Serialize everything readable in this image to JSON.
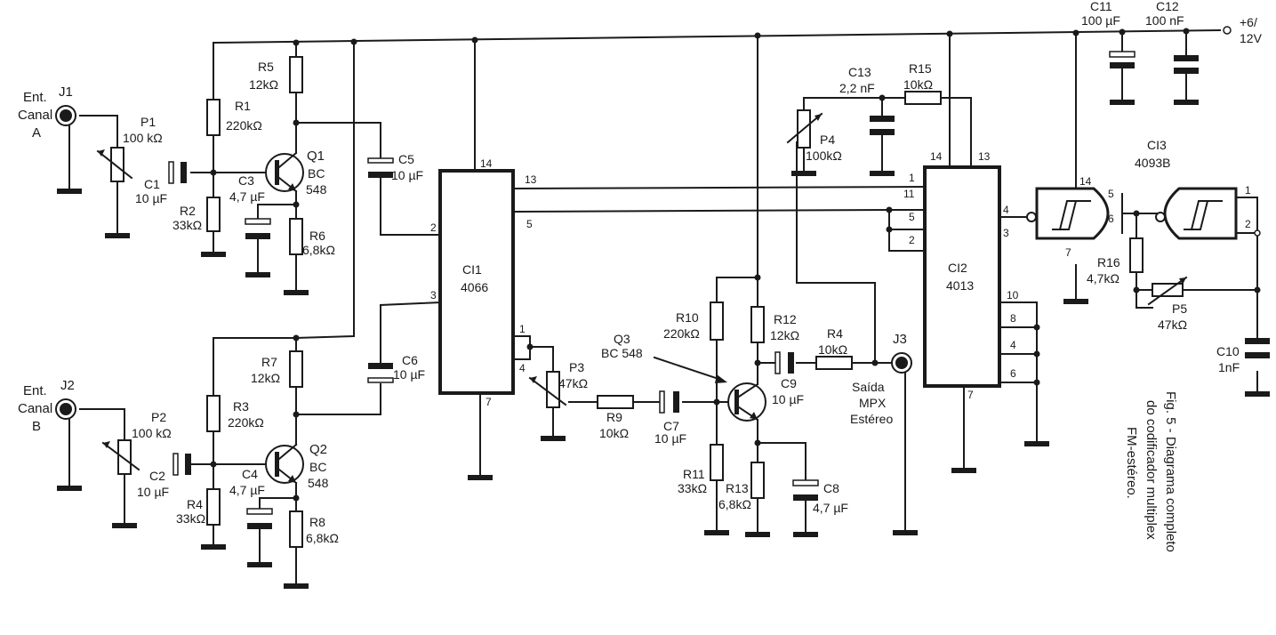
{
  "inputs": {
    "ch_a": {
      "l1": "Ent.",
      "l2": "Canal",
      "l3": "A",
      "jack": "J1"
    },
    "ch_b": {
      "l1": "Ent.",
      "l2": "Canal",
      "l3": "B",
      "jack": "J2"
    }
  },
  "output": {
    "jack": "J3",
    "l1": "Saída",
    "l2": "MPX",
    "l3": "Estéreo"
  },
  "supply": {
    "l1": "+6/",
    "l2": "12V"
  },
  "components": {
    "P1": {
      "ref": "P1",
      "value": "100 kΩ"
    },
    "P2": {
      "ref": "P2",
      "value": "100 kΩ"
    },
    "P3": {
      "ref": "P3",
      "value": "47kΩ"
    },
    "P4": {
      "ref": "P4",
      "value": "100kΩ"
    },
    "P5": {
      "ref": "P5",
      "value": "47kΩ"
    },
    "R1": {
      "ref": "R1",
      "value": "220kΩ"
    },
    "R2": {
      "ref": "R2",
      "value": "33kΩ"
    },
    "R3": {
      "ref": "R3",
      "value": "220kΩ"
    },
    "R4": {
      "ref": "R4",
      "value": "33kΩ"
    },
    "R5": {
      "ref": "R5",
      "value": "12kΩ"
    },
    "R6": {
      "ref": "R6",
      "value": "6,8kΩ"
    },
    "R7": {
      "ref": "R7",
      "value": "12kΩ"
    },
    "R8": {
      "ref": "R8",
      "value": "6,8kΩ"
    },
    "R9": {
      "ref": "R9",
      "value": "10kΩ"
    },
    "R10": {
      "ref": "R10",
      "value": "220kΩ"
    },
    "R11": {
      "ref": "R11",
      "value": "33kΩ"
    },
    "R12": {
      "ref": "R12",
      "value": "12kΩ"
    },
    "R13": {
      "ref": "R13",
      "value": "6,8kΩ"
    },
    "R14": {
      "ref": "R4",
      "value": "10kΩ"
    },
    "R15": {
      "ref": "R15",
      "value": "10kΩ"
    },
    "R16": {
      "ref": "R16",
      "value": "4,7kΩ"
    },
    "C1": {
      "ref": "C1",
      "value": "10 µF"
    },
    "C2": {
      "ref": "C2",
      "value": "10 µF"
    },
    "C3": {
      "ref": "C3",
      "value": "4,7 µF"
    },
    "C4": {
      "ref": "C4",
      "value": "4,7 µF"
    },
    "C5": {
      "ref": "C5",
      "value": "10 µF"
    },
    "C6": {
      "ref": "C6",
      "value": "10 µF"
    },
    "C7": {
      "ref": "C7",
      "value": "10 µF"
    },
    "C8": {
      "ref": "C8",
      "value": "4,7 µF"
    },
    "C9": {
      "ref": "C9",
      "value": "10 µF"
    },
    "C10": {
      "ref": "C10",
      "value": "1nF"
    },
    "C11": {
      "ref": "C11",
      "value": "100 µF"
    },
    "C12": {
      "ref": "C12",
      "value": "100 nF"
    },
    "C13": {
      "ref": "C13",
      "value": "2,2 nF"
    },
    "Q1": {
      "ref": "Q1",
      "l1": "BC",
      "l2": "548"
    },
    "Q2": {
      "ref": "Q2",
      "l1": "BC",
      "l2": "548"
    },
    "Q3": {
      "ref": "Q3",
      "value": "BC 548"
    },
    "CI1": {
      "ref": "CI1",
      "part": "4066"
    },
    "CI2": {
      "ref": "CI2",
      "part": "4013"
    },
    "CI3": {
      "ref": "CI3",
      "part": "4093B"
    }
  },
  "pins": {
    "ci1": {
      "p14": "14",
      "p13": "13",
      "p2": "2",
      "p5": "5",
      "p3": "3",
      "p1": "1",
      "p4": "4",
      "p7": "7"
    },
    "ci2": {
      "p14": "14",
      "p13": "13",
      "p1": "1",
      "p11": "11",
      "p5": "5",
      "p2": "2",
      "p4": "4",
      "p3": "3",
      "p7": "7",
      "p10": "10",
      "p8": "8",
      "p4b": "4",
      "p6": "6"
    },
    "ci3": {
      "p14": "14",
      "p5": "5",
      "p6": "6",
      "p7": "7",
      "p1": "1",
      "p2": "2"
    }
  },
  "caption": {
    "l1": "Fig. 5 - Diagrama completo",
    "l2": "do codificador multiplex",
    "l3": "FM-estéreo."
  }
}
